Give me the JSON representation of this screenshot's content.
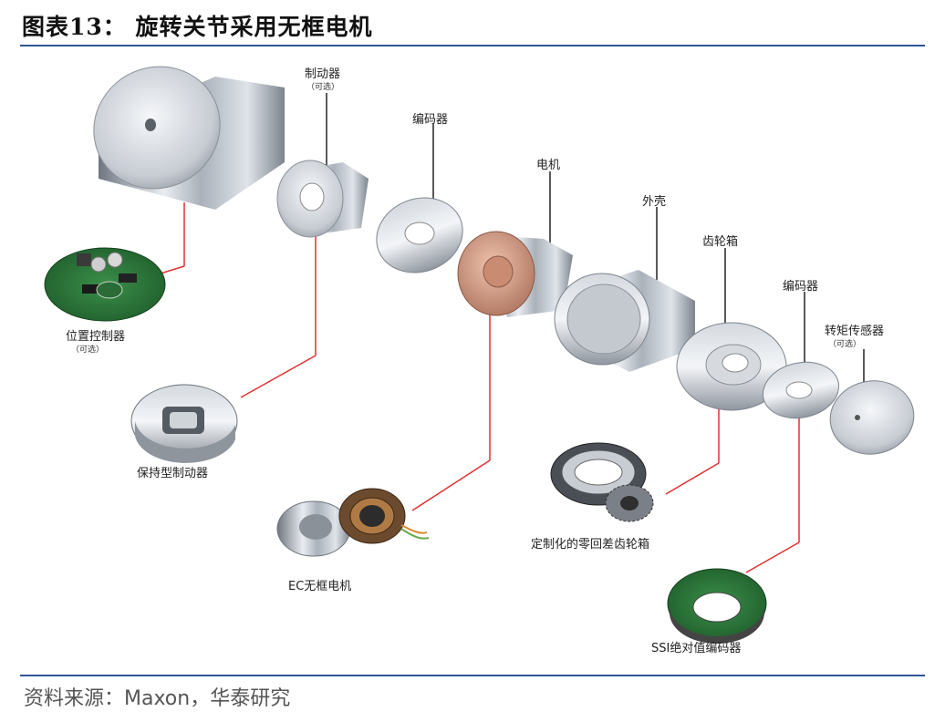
{
  "title": "图表13： 旋转关节采用无框电机",
  "source": "资料来源：Maxon，华泰研究",
  "labels": {
    "brake": "制动器",
    "brake_optional": "（可选）",
    "encoder_top": "编码器",
    "motor": "电机",
    "housing": "外壳",
    "gearbox": "齿轮箱",
    "encoder_right": "编码器",
    "torque_sensor": "转矩传感器",
    "torque_optional": "（可选）",
    "position_controller": "位置控制器",
    "position_optional": "（可选）",
    "holding_brake": "保持型制动器",
    "ec_motor": "EC无框电机",
    "custom_gearbox": "定制化的零回差齿轮箱",
    "ssi_encoder": "SSI绝对值编码器"
  },
  "colors": {
    "rule": "#2f5597",
    "leader_red": "#e03030",
    "leader_dark": "#222222"
  }
}
